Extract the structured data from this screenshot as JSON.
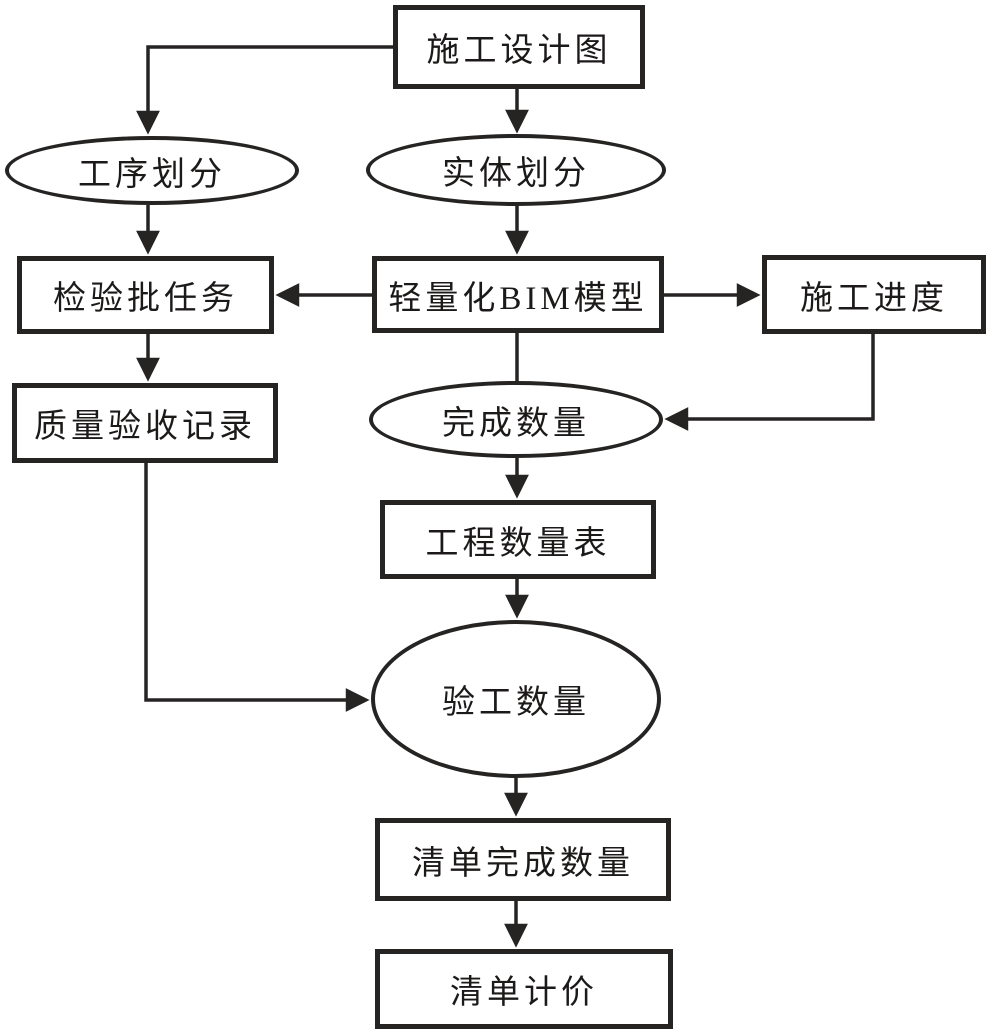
{
  "diagram": {
    "type": "flowchart",
    "background_color": "#ffffff",
    "stroke_color": "#262423",
    "text_color": "#1c1a19",
    "nodes": {
      "design": {
        "label": "施工设计图",
        "shape": "rect"
      },
      "process_division": {
        "label": "工序划分",
        "shape": "ellipse"
      },
      "entity_division": {
        "label": "实体划分",
        "shape": "ellipse"
      },
      "inspection_batch": {
        "label": "检验批任务",
        "shape": "rect"
      },
      "bim_model": {
        "label": "轻量化BIM模型",
        "shape": "rect"
      },
      "construction_progress": {
        "label": "施工进度",
        "shape": "rect"
      },
      "quality_record": {
        "label": "质量验收记录",
        "shape": "rect"
      },
      "completed_quantity": {
        "label": "完成数量",
        "shape": "ellipse"
      },
      "quantity_table": {
        "label": "工程数量表",
        "shape": "rect"
      },
      "acceptance_quantity": {
        "label": "验工数量",
        "shape": "ellipse"
      },
      "list_completed_quantity": {
        "label": "清单完成数量",
        "shape": "rect"
      },
      "list_pricing": {
        "label": "清单计价",
        "shape": "rect"
      }
    },
    "edges": [
      {
        "from": "施工设计图",
        "to": "工序划分",
        "arrow": true,
        "route": "left-then-down"
      },
      {
        "from": "施工设计图",
        "to": "实体划分",
        "arrow": true,
        "route": "down"
      },
      {
        "from": "工序划分",
        "to": "检验批任务",
        "arrow": true,
        "route": "down"
      },
      {
        "from": "实体划分",
        "to": "轻量化BIM模型",
        "arrow": true,
        "route": "down"
      },
      {
        "from": "轻量化BIM模型",
        "to": "检验批任务",
        "arrow": true,
        "route": "left"
      },
      {
        "from": "轻量化BIM模型",
        "to": "施工进度",
        "arrow": true,
        "route": "right"
      },
      {
        "from": "检验批任务",
        "to": "质量验收记录",
        "arrow": true,
        "route": "down"
      },
      {
        "from": "轻量化BIM模型",
        "to": "完成数量",
        "arrow": false,
        "route": "down"
      },
      {
        "from": "施工进度",
        "to": "完成数量",
        "arrow": true,
        "route": "down-then-left"
      },
      {
        "from": "完成数量",
        "to": "工程数量表",
        "arrow": true,
        "route": "down"
      },
      {
        "from": "工程数量表",
        "to": "验工数量",
        "arrow": true,
        "route": "down"
      },
      {
        "from": "质量验收记录",
        "to": "验工数量",
        "arrow": true,
        "route": "down-then-right"
      },
      {
        "from": "验工数量",
        "to": "清单完成数量",
        "arrow": true,
        "route": "down"
      },
      {
        "from": "清单完成数量",
        "to": "清单计价",
        "arrow": true,
        "route": "down"
      }
    ]
  }
}
